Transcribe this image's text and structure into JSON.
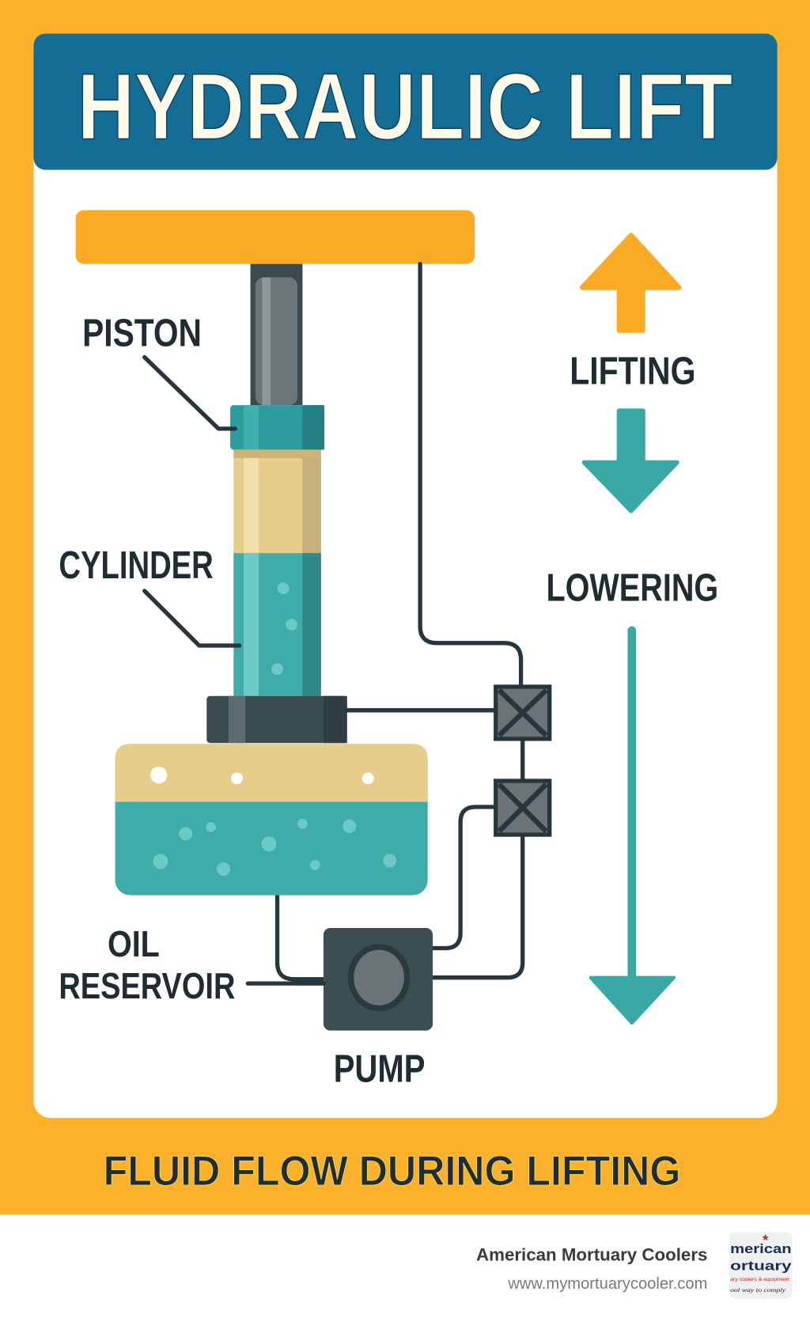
{
  "title": "HYDRAULIC LIFT",
  "labels": {
    "piston": "PISTON",
    "cylinder": "CYLINDER",
    "oil": "OIL",
    "reservoir": "RESERVOIR",
    "pump": "PUMP",
    "lifting": "LIFTING",
    "lowering": "LOWERING"
  },
  "caption": "FLUID FLOW DURING LIFTING",
  "footer": {
    "company": "American Mortuary Coolers",
    "url": "www.mymortuarycooler.com",
    "logo_line1": "merican",
    "logo_line2": "ortuary",
    "logo_line3": "ary coolers & equipment",
    "logo_line4": "ool way to comply"
  },
  "colors": {
    "background": "#FBB12B",
    "header": "#136D94",
    "oil": "#3EACA8",
    "air": "#E6CD8A",
    "lift_arrow": "#FBAA25",
    "lower_arrow": "#3AA8A5"
  }
}
